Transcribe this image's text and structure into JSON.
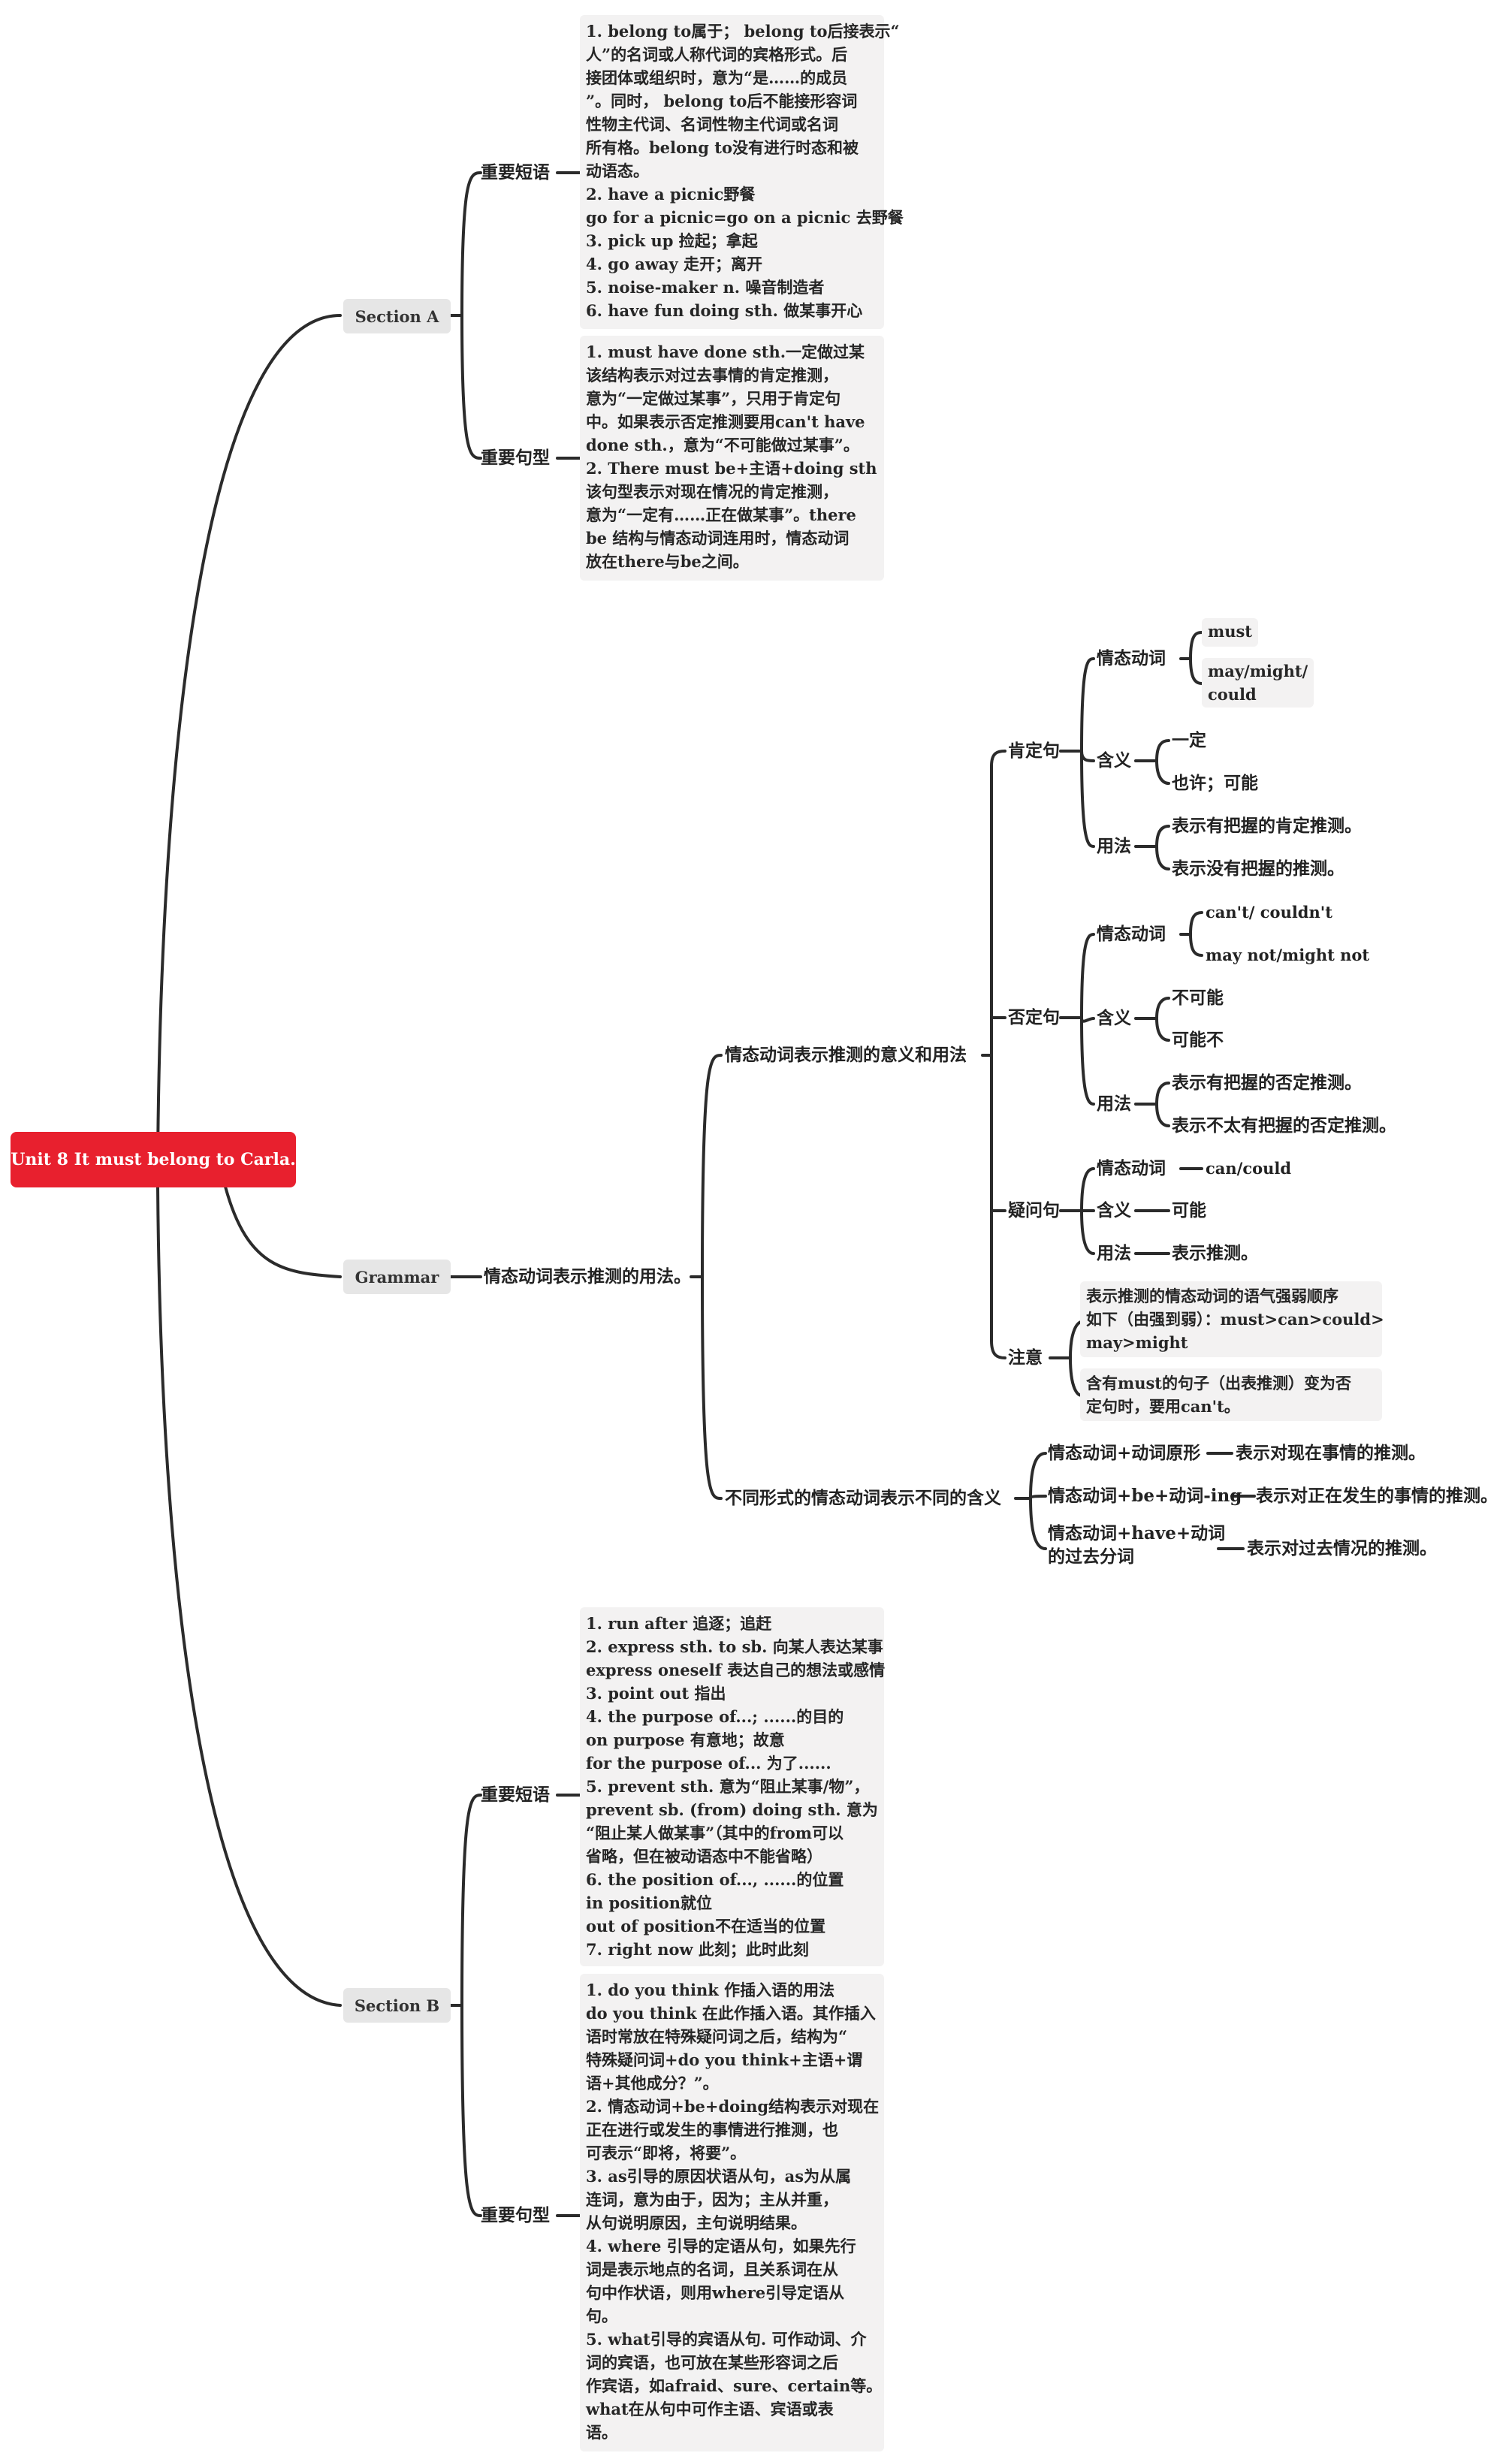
{
  "root": "Unit 8 It must belong to Carla.",
  "section_a": {
    "title": "Section A",
    "phrases_label": "重要短语",
    "phrases": [
      "1. belong to属于； belong to后接表示“",
      "人”的名词或人称代词的宾格形式。后",
      "接团体或组织时，意为“是……的成员",
      "”。同时， belong to后不能接形容词",
      "性物主代词、名词性物主代词或名词",
      "所有格。belong to没有进行时态和被",
      "动语态。",
      "2. have a picnic野餐",
      "go for a picnic=go on a picnic 去野餐",
      "3. pick up 捡起；拿起",
      "4. go away 走开；离开",
      "5. noise-maker n. 噪音制造者",
      "6. have fun doing sth. 做某事开心"
    ],
    "sentences_label": "重要句型",
    "sentences": [
      "1. must have done sth.一定做过某",
      "该结构表示对过去事情的肯定推测，",
      "意为“一定做过某事”，只用于肯定句",
      "中。如果表示否定推测要用can't have",
      "done sth.，意为“不可能做过某事”。",
      "2. There must be+主语+doing sth",
      "该句型表示对现在情况的肯定推测，",
      "意为“一定有……正在做某事”。there",
      "be 结构与情态动词连用时，情态动词",
      "放在there与be之间。"
    ]
  },
  "grammar": {
    "title": "Grammar",
    "main": "情态动词表示推测的用法。",
    "branch1": "情态动词表示推测的意义和用法",
    "affirm": {
      "label": "肯定句",
      "modal_label": "情态动词",
      "modal_1": "must",
      "modal_2": [
        "may/might/",
        "could"
      ],
      "meaning_label": "含义",
      "meaning_1": "一定",
      "meaning_2": "也许；可能",
      "usage_label": "用法",
      "usage_1": "表示有把握的肯定推测。",
      "usage_2": "表示没有把握的推测。"
    },
    "negative": {
      "label": "否定句",
      "modal_label": "情态动词",
      "modal_1": "can't/ couldn't",
      "modal_2": "may not/might not",
      "meaning_label": "含义",
      "meaning_1": "不可能",
      "meaning_2": "可能不",
      "usage_label": "用法",
      "usage_1": "表示有把握的否定推测。",
      "usage_2": "表示不太有把握的否定推测。"
    },
    "question": {
      "label": "疑问句",
      "modal_label": "情态动词",
      "modal": "can/could",
      "meaning_label": "含义",
      "meaning": "可能",
      "usage_label": "用法",
      "usage": "表示推测。"
    },
    "note": {
      "label": "注意",
      "note_1": [
        "表示推测的情态动词的语气强弱顺序",
        "如下（由强到弱）：must>can>could>",
        "may>might"
      ],
      "note_2": [
        "含有must的句子（出表推测）变为否",
        "定句时，要用can't。"
      ]
    },
    "branch2": "不同形式的情态动词表示不同的含义",
    "forms": [
      {
        "form": [
          "情态动词+动词原形"
        ],
        "meaning": "表示对现在事情的推测。"
      },
      {
        "form": [
          "情态动词+be+动词-ing"
        ],
        "meaning": "表示对正在发生的事情的推测。"
      },
      {
        "form": [
          "情态动词+have+动词",
          "的过去分词"
        ],
        "meaning": "表示对过去情况的推测。"
      }
    ]
  },
  "section_b": {
    "title": "Section B",
    "phrases_label": "重要短语",
    "phrases": [
      "1. run after 追逐；追赶",
      "2. express sth. to sb. 向某人表达某事",
      "express oneself 表达自己的想法或感情",
      "3. point out 指出",
      "4. the purpose of...; ......的目的",
      "on purpose 有意地；故意",
      "for the purpose of... 为了......",
      "5. prevent sth. 意为“阻止某事/物”，",
      "prevent sb. (from) doing sth. 意为",
      "“阻止某人做某事”（其中的from可以",
      "省略，但在被动语态中不能省略）",
      "6. the position of..., ......的位置",
      "in position就位",
      "out of position不在适当的位置",
      "7. right now 此刻；此时此刻"
    ],
    "sentences_label": "重要句型",
    "sentences": [
      "1. do you think 作插入语的用法",
      "do you think 在此作插入语。其作插入",
      "语时常放在特殊疑问词之后，结构为“",
      "特殊疑问词+do you think+主语+谓",
      "语+其他成分？”。",
      "2. 情态动词+be+doing结构表示对现在",
      "正在进行或发生的事情进行推测，也",
      "可表示“即将，将要”。",
      "3. as引导的原因状语从句，as为从属",
      "连词，意为由于，因为；主从并重，",
      "从句说明原因，主句说明结果。",
      "4. where 引导的定语从句，如果先行",
      "词是表示地点的名词，且关系词在从",
      "句中作状语，则用where引导定语从",
      "句。",
      "5. what引导的宾语从句. 可作动词、介",
      "词的宾语，也可放在某些形容词之后",
      "作宾语，如afraid、sure、certain等。",
      "what在从句中可作主语、宾语或表",
      "语。"
    ]
  }
}
